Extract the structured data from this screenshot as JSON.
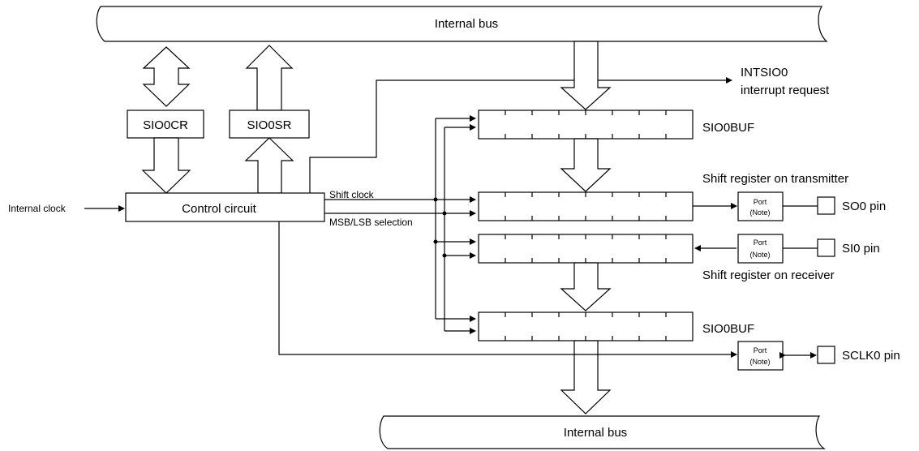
{
  "bus_top": "Internal bus",
  "bus_bottom": "Internal bus",
  "sio0cr": "SIO0CR",
  "sio0sr": "SIO0SR",
  "control_circuit": "Control circuit",
  "internal_clock": "Internal clock",
  "shift_clock": "Shift clock",
  "msb_lsb": "MSB/LSB selection",
  "intsio0_line1": "INTSIO0",
  "intsio0_line2": "interrupt request",
  "sio0buf_top": "SIO0BUF",
  "sio0buf_bottom": "SIO0BUF",
  "shift_tx": "Shift register on transmitter",
  "shift_rx": "Shift register on receiver",
  "port_label": "Port",
  "port_note": "(Note)",
  "so0_pin": "SO0 pin",
  "si0_pin": "SI0 pin",
  "sclk0_pin": "SCLK0 pin"
}
